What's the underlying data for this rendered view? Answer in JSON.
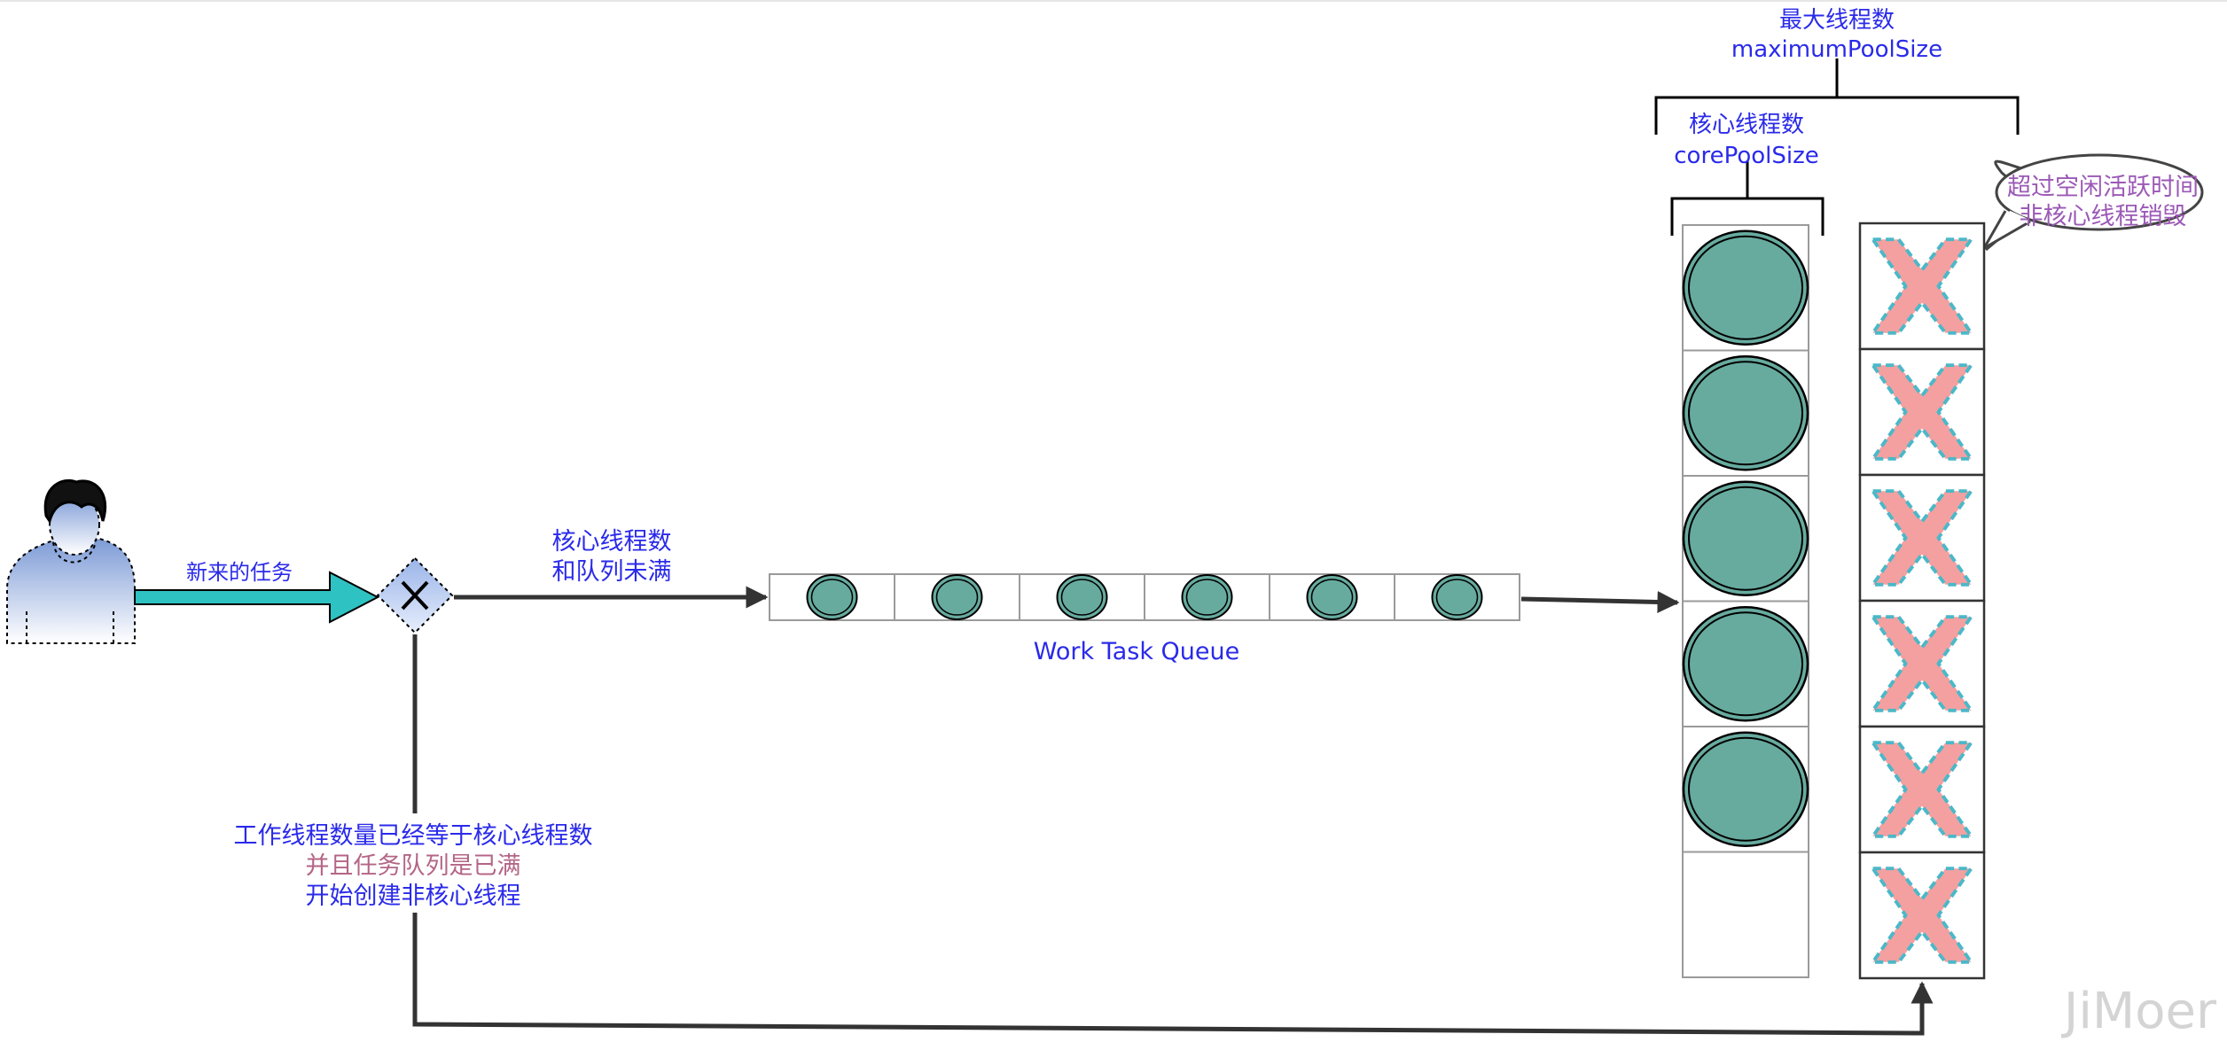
{
  "colors": {
    "label_blue": "#2a2aea",
    "label_purple": "#9b59b6",
    "label_pink": "#b46586",
    "teal_fill": "#67ab9f",
    "teal_arrow": "#2fc2c2",
    "cross_fill": "#f4a0a0",
    "cross_stroke": "#4bb8c8",
    "dark_line": "#333333",
    "watermark": "#d4d4d4"
  },
  "icons": {
    "user": "user-icon",
    "gateway": "exclusive-gateway-icon",
    "thread": "thread-circle-icon",
    "destroyed": "destroyed-thread-cross-icon"
  },
  "labels": {
    "max_pool_line1": "最大线程数",
    "max_pool_line2": "maximumPoolSize",
    "core_pool_line1": "核心线程数",
    "core_pool_line2": "corePoolSize",
    "idle_line1": "超过空闲活跃时间",
    "idle_line2": "非核心线程销毁",
    "new_task": "新来的任务",
    "queue_cond_line1": "核心线程数",
    "queue_cond_line2": "和队列未满",
    "queue_name": "Work Task Queue",
    "full_line1": "工作线程数量已经等于核心线程数",
    "full_line2": "并且任务队列是已满",
    "full_line3": "开始创建非核心线程"
  },
  "queue": {
    "slots": 6,
    "filled": 6
  },
  "core_pool": {
    "slots": 6,
    "filled": 5
  },
  "non_core_pool": {
    "slots": 6,
    "destroyed": 6
  },
  "watermark": "JiMoer"
}
